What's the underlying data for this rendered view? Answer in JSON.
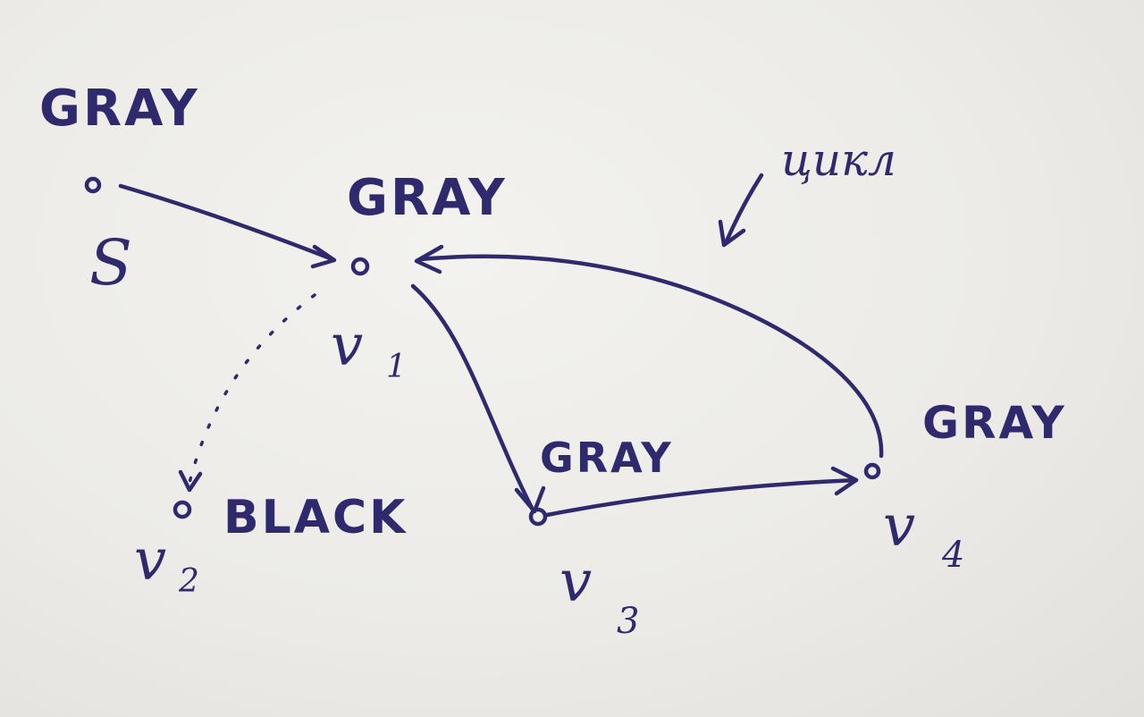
{
  "nodes": {
    "s": {
      "name": "S",
      "color_label": "GRAY"
    },
    "v1": {
      "name": "v",
      "index": "1",
      "color_label": "GRAY"
    },
    "v2": {
      "name": "v",
      "index": "2",
      "color_label": "BLACK"
    },
    "v3": {
      "name": "v",
      "index": "3",
      "color_label": "GRAY"
    },
    "v4": {
      "name": "v",
      "index": "4",
      "color_label": "GRAY"
    }
  },
  "annotation": {
    "text": "цикл"
  },
  "edges": [
    {
      "from": "s",
      "to": "v1",
      "style": "solid"
    },
    {
      "from": "v1",
      "to": "v2",
      "style": "dotted"
    },
    {
      "from": "v1",
      "to": "v3",
      "style": "solid"
    },
    {
      "from": "v3",
      "to": "v4",
      "style": "solid"
    },
    {
      "from": "v4",
      "to": "v1",
      "style": "solid"
    }
  ],
  "colors": {
    "ink": "#2f2a6e",
    "paper": "#ecebe7"
  }
}
